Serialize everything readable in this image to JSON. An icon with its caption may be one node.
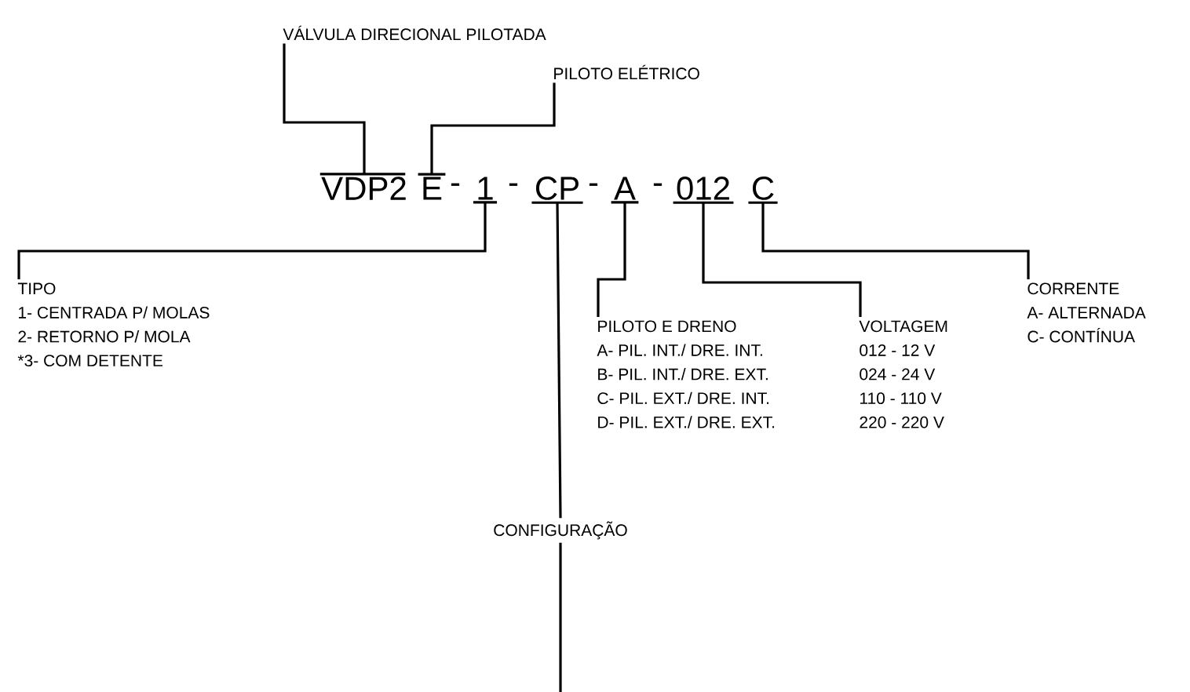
{
  "diagram": {
    "nodes": [
      {
        "text": [
          "VÁLVULA DIRECIONAL PILOTADA"
        ]
      },
      {
        "text": [
          "PILOTO ELÉTRICO"
        ]
      },
      {
        "text": [
          "VDP2"
        ]
      },
      {
        "text": [
          "E"
        ]
      },
      {
        "text": [
          "1"
        ]
      },
      {
        "text": [
          "CP"
        ]
      },
      {
        "text": [
          "A"
        ]
      },
      {
        "text": [
          "012"
        ]
      },
      {
        "text": [
          "C"
        ]
      },
      {
        "text": [
          "TIPO",
          "1- CENTRADA P/ MOLAS",
          "2- RETORNO P/ MOLA",
          "*3- COM DETENTE"
        ]
      },
      {
        "text": [
          "CORRENTE",
          "A- ALTERNADA",
          "C- CONTÍNUA"
        ]
      },
      {
        "text": [
          "PILOTO E DRENO",
          "A- PIL. INT./ DRE. INT.",
          "B- PIL. INT./ DRE. EXT.",
          "C- PIL. EXT./ DRE. INT.",
          "D- PIL. EXT./ DRE. EXT."
        ]
      },
      {
        "text": [
          "VOLTAGEM",
          "012 - 12 V",
          "024 - 24 V",
          "110 - 110 V",
          "220 - 220 V"
        ]
      },
      {
        "text": [
          "CONFIGURAÇÃO"
        ]
      }
    ],
    "edges": [
      {
        "from": 0,
        "to": 2,
        "arrow": "none"
      },
      {
        "from": 1,
        "to": 3,
        "arrow": "none"
      },
      {
        "from": 4,
        "to": 9,
        "arrow": "none"
      },
      {
        "from": 5,
        "to": 13,
        "arrow": "none"
      },
      {
        "from": 6,
        "to": 11,
        "arrow": "none"
      },
      {
        "from": 7,
        "to": 12,
        "arrow": "none"
      },
      {
        "from": 8,
        "to": 10,
        "arrow": "none"
      },
      {
        "from": 13,
        "to": null,
        "arrow": "none"
      }
    ],
    "labels": [
      "-",
      "-",
      "-",
      "-"
    ]
  }
}
